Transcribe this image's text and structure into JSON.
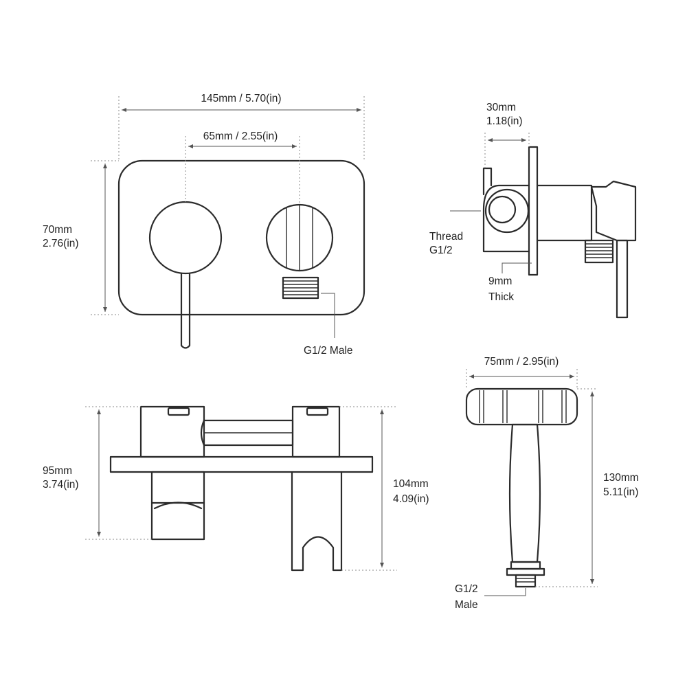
{
  "labels": {
    "plate_width": "145mm / 5.70(in)",
    "port_spacing": "65mm / 2.55(in)",
    "plate_height_mm": "70mm",
    "plate_height_in": "2.76(in)",
    "front_outlet": "G1/2 Male",
    "side_depth_mm": "30mm",
    "side_depth_in": "1.18(in)",
    "thread_line1": "Thread",
    "thread_line2": "G1/2",
    "thick_line1": "9mm",
    "thick_line2": "Thick",
    "top_depth_mm": "95mm",
    "top_depth_in": "3.74(in)",
    "top_total_mm": "104mm",
    "top_total_in": "4.09(in)",
    "spray_width": "75mm / 2.95(in)",
    "spray_height_mm": "130mm",
    "spray_height_in": "5.11(in)",
    "spray_outlet_line1": "G1/2",
    "spray_outlet_line2": "Male"
  },
  "colors": {
    "line": "#2b2b2b",
    "dimension": "#555555",
    "text": "#222222"
  }
}
